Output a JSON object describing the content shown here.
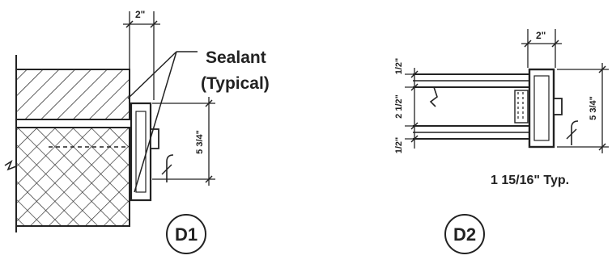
{
  "d1": {
    "dim_top": "2\"",
    "callout_line1": "Sealant",
    "callout_line2": "(Typical)",
    "dim_side": "5 3/4\"",
    "tag": "D1"
  },
  "d2": {
    "dim_top": "2\"",
    "dim_left_top": "1/2\"",
    "dim_left_mid": "2 1/2\"",
    "dim_left_bot": "1/2\"",
    "dim_side": "5 3/4\"",
    "note": "1 15/16\" Typ.",
    "tag": "D2"
  }
}
